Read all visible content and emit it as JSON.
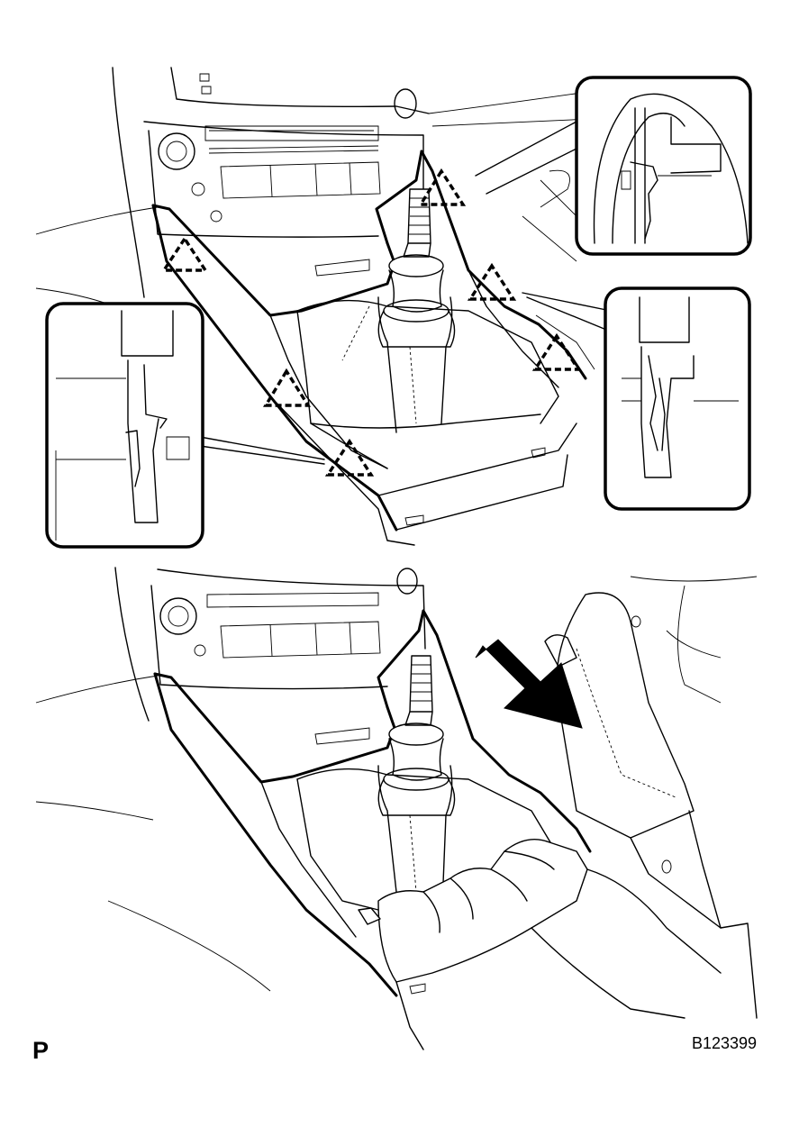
{
  "figure": {
    "view_label": "P",
    "figure_code": "B123399"
  },
  "colors": {
    "line": "#000000",
    "background": "#ffffff"
  },
  "icons": {
    "clip_marker": "dashed-triangle",
    "pull_direction": "solid-arrow"
  }
}
